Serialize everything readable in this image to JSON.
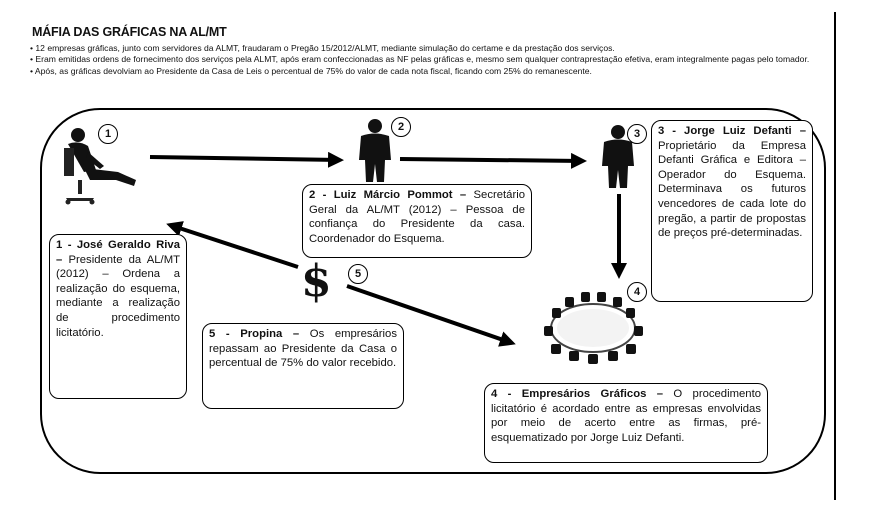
{
  "header": {
    "title": "MÁFIA DAS GRÁFICAS NA AL/MT",
    "bullets": [
      "• 12 empresas gráficas, junto com servidores da ALMT, fraudaram o Pregão 15/2012/ALMT, mediante simulação do certame e da prestação dos serviços.",
      "• Eram emitidas ordens de fornecimento dos serviços pela ALMT, após eram confeccionadas as NF pelas gráficas e, mesmo sem qualquer contraprestação efetiva, eram integralmente pagas pelo tomador.",
      "• Após, as gráficas devolviam ao Presidente da Casa de Leis o percentual de 75% do valor de cada nota fiscal, ficando com 25% do remanescente."
    ]
  },
  "markers": [
    "1",
    "2",
    "3",
    "4",
    "5"
  ],
  "dollar_symbol": "$",
  "boxes": {
    "b1": {
      "head": "1 - José Geraldo Riva –",
      "body": "Presidente da AL/MT (2012) – Ordena a realização do esquema, mediante a realização de procedimento licitatório."
    },
    "b2": {
      "head": "2 - Luiz Márcio Pommot –",
      "body": "Secretário Geral da AL/MT (2012) – Pessoa de confiança do Presidente da casa. Coordenador do Esquema."
    },
    "b3": {
      "head": "3 - Jorge Luiz Defanti –",
      "body": "Proprietário da Empresa Defanti Gráfica e Editora – Operador do Esquema. Determinava os futuros vencedores de cada lote do pregão, a partir de propostas de preços pré-determinadas."
    },
    "b4": {
      "head": "4 - Empresários Gráficos –",
      "body": "O procedimento licitatório é acordado entre as empresas envolvidas por meio de acerto entre as firmas, pré-esquematizado por Jorge Luiz Defanti."
    },
    "b5": {
      "head": "5 - Propina –",
      "body": "Os empresários repassam ao Presidente da Casa o percentual de 75% do valor recebido."
    }
  }
}
